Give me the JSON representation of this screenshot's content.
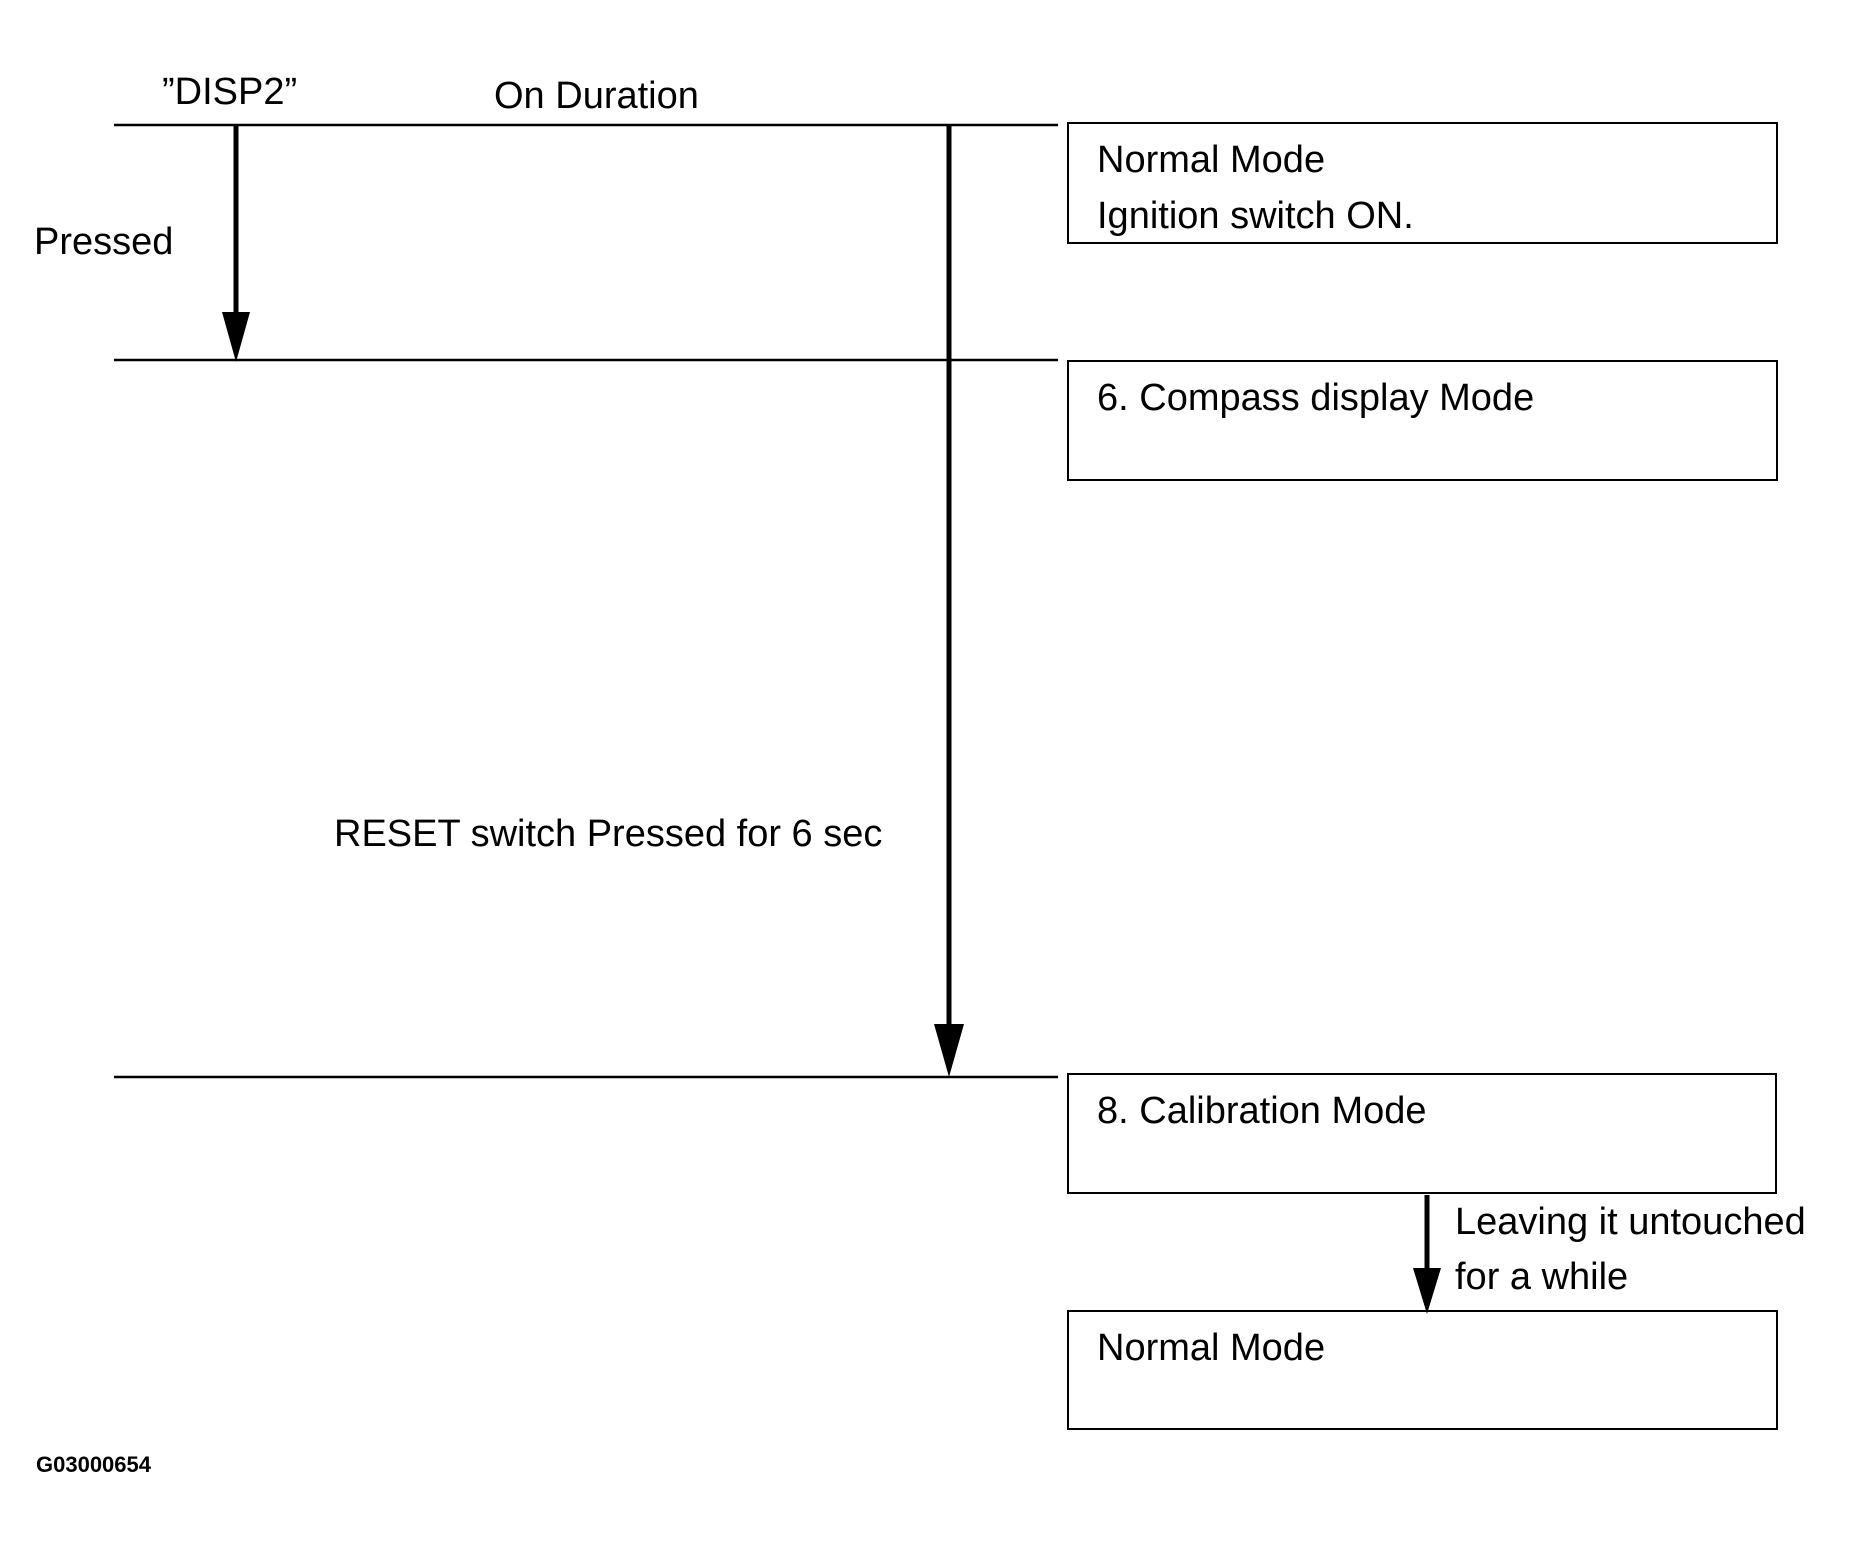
{
  "labels": {
    "disp2": "”DISP2”",
    "on_duration": "On Duration",
    "pressed": "Pressed",
    "reset": "RESET switch Pressed for 6 sec",
    "leaving_line1": "Leaving it untouched",
    "leaving_line2": "for a while"
  },
  "modes": {
    "normal_start": {
      "title": "Normal Mode",
      "detail": "Ignition switch ON."
    },
    "compass": {
      "title": "6. Compass display Mode"
    },
    "calibration": {
      "title": "8. Calibration Mode"
    },
    "normal_end": {
      "title": "Normal Mode"
    }
  },
  "figure_code": "G03000654",
  "colors": {
    "line": "#000000",
    "background": "#ffffff"
  }
}
